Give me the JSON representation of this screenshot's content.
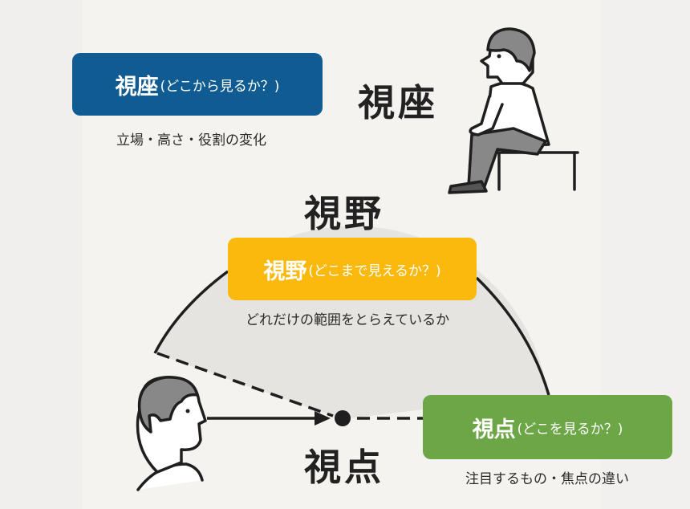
{
  "zaza": {
    "heading": "視座",
    "label_main": "視座",
    "label_sub": "(どこから見るか？)",
    "caption": "立場・高さ・役割の変化",
    "color": "#0f5b92"
  },
  "ya": {
    "heading": "視野",
    "label_main": "視野",
    "label_sub": "(どこまで見えるか？)",
    "caption": "どれだけの範囲をとらえているか",
    "color": "#fbb90d"
  },
  "ten": {
    "heading": "視点",
    "label_main": "視点",
    "label_sub": "(どこを見るか？)",
    "caption": "注目するもの・焦点の違い",
    "color": "#6ca646"
  }
}
